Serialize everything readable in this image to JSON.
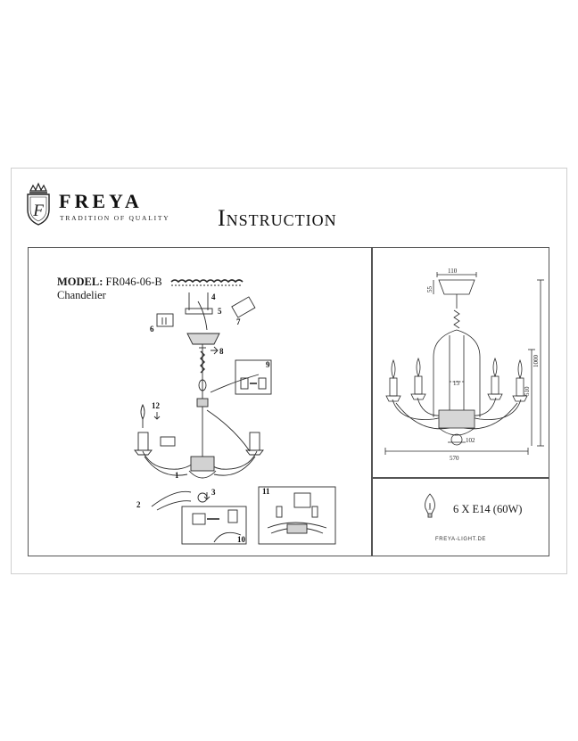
{
  "brand": {
    "name": "FREYA",
    "tagline": "TRADITION OF QUALITY",
    "emblem_letter": "F"
  },
  "title": "Instruction",
  "model": {
    "label": "MODEL:",
    "code": "FR046-06-B",
    "type": "Chandelier"
  },
  "steps": [
    "1",
    "2",
    "3",
    "4",
    "5",
    "6",
    "7",
    "8",
    "9",
    "10",
    "11",
    "12"
  ],
  "dimensions": {
    "canopy_width": "110",
    "canopy_height": "55",
    "total_height": "1000",
    "body_height": "510",
    "inner": "13",
    "bottom": "102",
    "width": "570"
  },
  "spec": {
    "bulbs": "6 X E14 (60W)",
    "website": "FREYA-LIGHT.DE"
  }
}
